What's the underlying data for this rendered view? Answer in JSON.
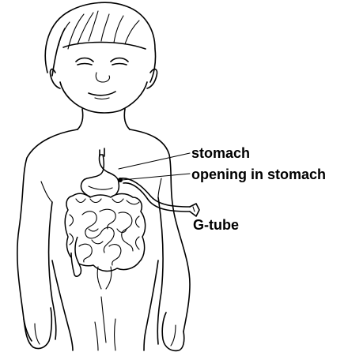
{
  "labels": {
    "stomach": "stomach",
    "opening": "opening in stomach",
    "gtube": "G-tube"
  },
  "colors": {
    "ink": "#000000",
    "background": "#ffffff"
  }
}
